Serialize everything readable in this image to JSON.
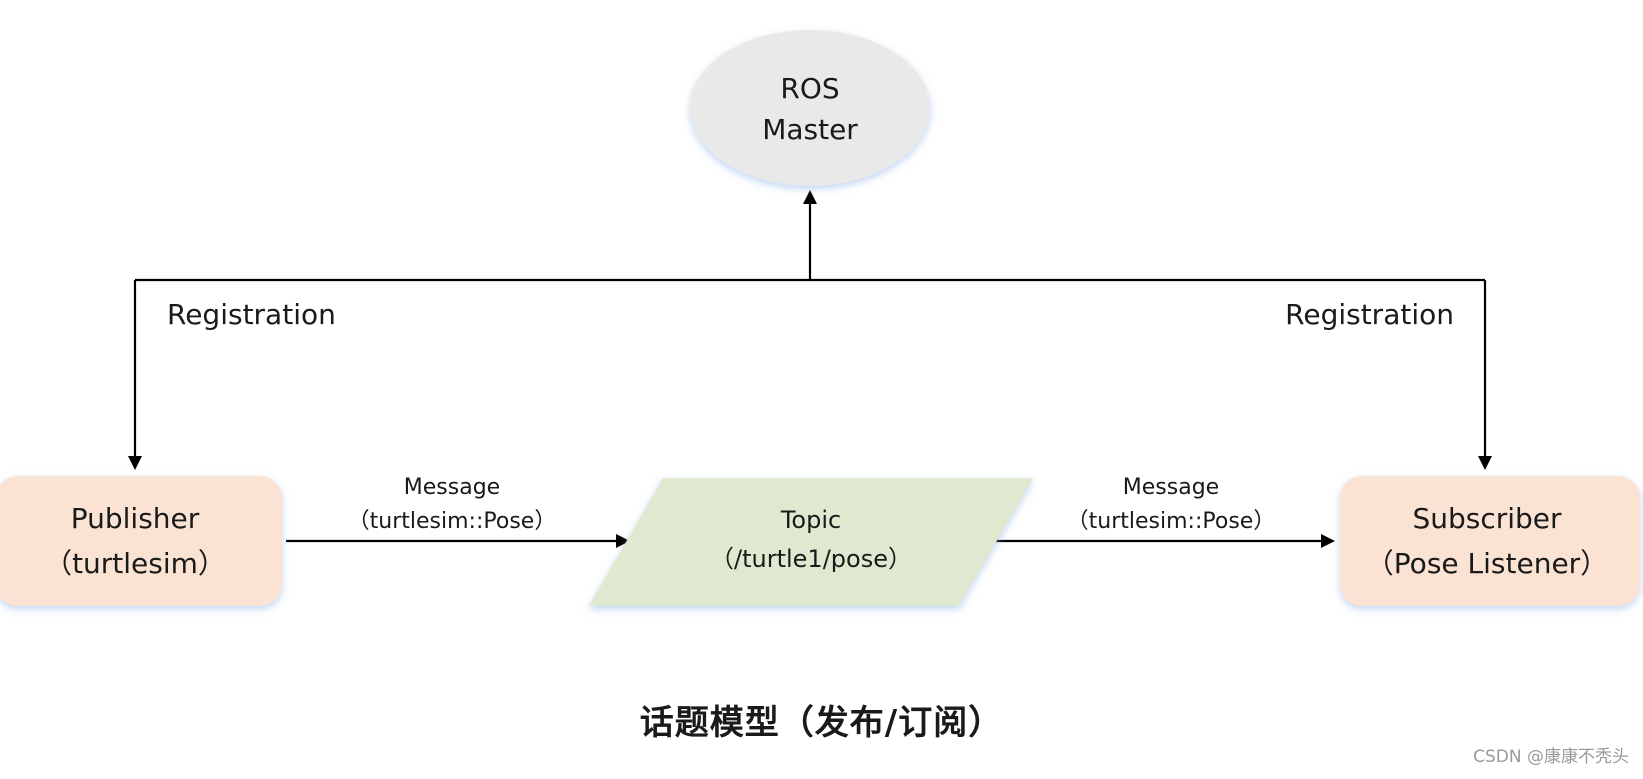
{
  "nodes": {
    "master": {
      "line1": "ROS",
      "line2": "Master"
    },
    "publisher": {
      "line1": "Publisher",
      "line2": "（turtlesim）"
    },
    "topic": {
      "line1": "Topic",
      "line2": "（/turtle1/pose）"
    },
    "subscriber": {
      "line1": "Subscriber",
      "line2": "（Pose Listener）"
    }
  },
  "edges": {
    "registration_left": "Registration",
    "registration_right": "Registration",
    "message_left": {
      "line1": "Message",
      "line2": "（turtlesim::Pose）"
    },
    "message_right": {
      "line1": "Message",
      "line2": "（turtlesim::Pose）"
    }
  },
  "caption": "话题模型（发布/订阅）",
  "watermark": "CSDN @康康不秃头",
  "colors": {
    "master_fill": "#e9e9ea",
    "node_fill": "#fbe3d3",
    "topic_fill": "#dfe9cf",
    "line": "#000000"
  }
}
